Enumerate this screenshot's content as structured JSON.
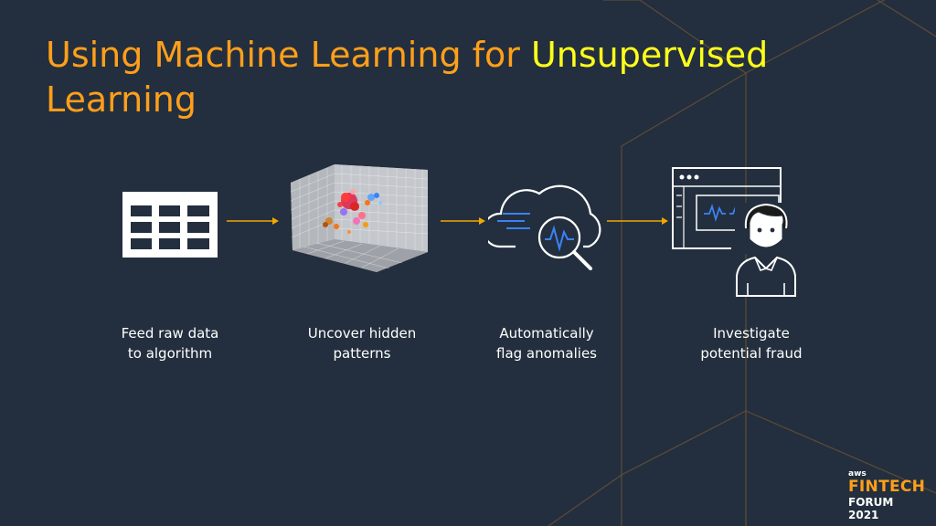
{
  "title": {
    "part1": "Using Machine Learning for ",
    "highlight": "Unsupervised",
    "part2": "Learning"
  },
  "steps": [
    {
      "icon": "table-grid-icon",
      "line1": "Feed raw data",
      "line2": "to algorithm"
    },
    {
      "icon": "3d-scatter-cube-icon",
      "line1": "Uncover hidden",
      "line2": "patterns"
    },
    {
      "icon": "cloud-magnifier-icon",
      "line1": "Automatically",
      "line2": "flag anomalies"
    },
    {
      "icon": "monitor-investigator-icon",
      "line1": "Investigate",
      "line2": "potential fraud"
    }
  ],
  "logo": {
    "aws": "aws",
    "line1": "FINTECH",
    "line2": "FORUM 2021"
  },
  "colors": {
    "background": "#232f3e",
    "accent_orange": "#ff9f1a",
    "accent_yellow": "#ffff1a",
    "arrow": "#f2a900",
    "line_blue": "#3b82f6",
    "bg_lines": "#5a4a3a"
  }
}
